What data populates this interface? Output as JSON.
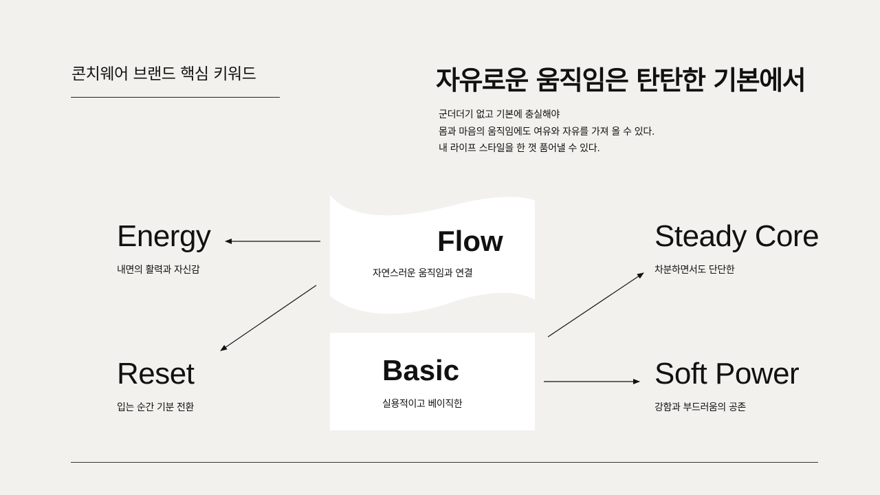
{
  "header": {
    "title": "콘치웨어 브랜드  핵심 키워드",
    "headline": "자유로운 움직임은 탄탄한 기본에서",
    "description": [
      "군더더기 없고 기본에 충실해야",
      "몸과 마음의 움직임에도 여유와 자유를 가져 올 수 있다.",
      "내 라이프 스타일을 한 껏 품어낼 수 있다."
    ]
  },
  "center": {
    "flow": {
      "title": "Flow",
      "subtitle": "자연스러운 움직임과 연결"
    },
    "basic": {
      "title": "Basic",
      "subtitle": "실용적이고 베이직한"
    }
  },
  "keywords": {
    "energy": {
      "title": "Energy",
      "subtitle": "내면의 활력과 자신감"
    },
    "reset": {
      "title": "Reset",
      "subtitle": "입는 순간 기분 전환"
    },
    "steady_core": {
      "title": "Steady Core",
      "subtitle": "차분하면서도 단단한"
    },
    "soft_power": {
      "title": "Soft Power",
      "subtitle": "강함과 부드러움의 공존"
    }
  },
  "colors": {
    "background": "#f2f1ed",
    "box": "#ffffff",
    "text": "#111111"
  }
}
